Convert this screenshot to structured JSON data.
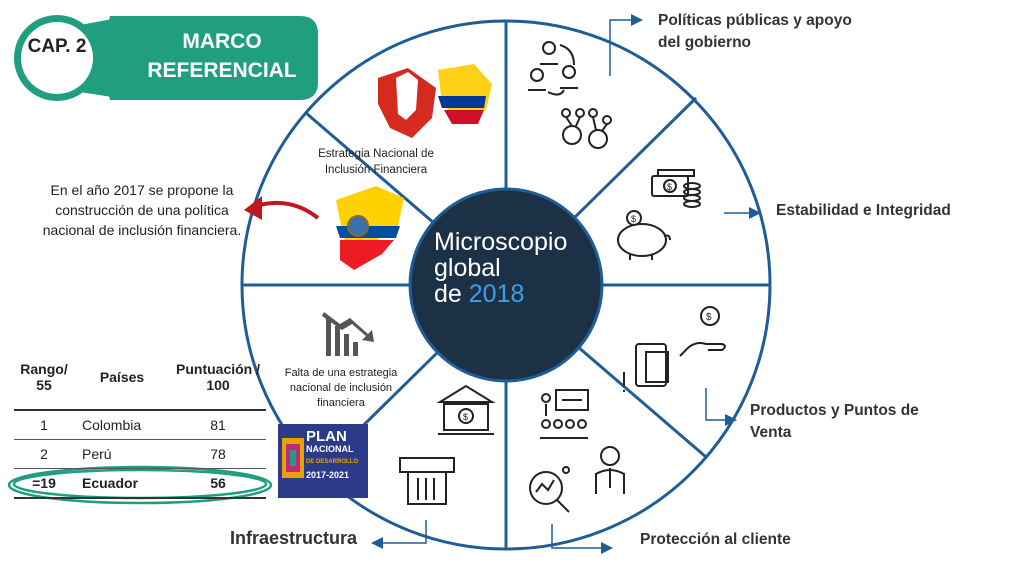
{
  "badge": {
    "chapter": "CAP. 2",
    "title": "MARCO REFERENCIAL",
    "color": "#1f9e80"
  },
  "center": {
    "line1": "Microscopio",
    "line2": "global",
    "line3_prefix": "de",
    "year": "2018"
  },
  "categories": {
    "politicas": "Políticas públicas y apoyo del gobierno",
    "estabilidad": "Estabilidad e Integridad",
    "productos": "Productos y Puntos de Venta",
    "proteccion": "Protección al cliente",
    "infraestructura": "Infraestructura"
  },
  "estrategia_label": "Estrategia Nacional de Inclusión Financiera",
  "falta_label": "Falta de una estrategia nacional de inclusión financiera",
  "note_2017": "En el año 2017 se propone la construcción de una política nacional de inclusión financiera.",
  "plan_logo": {
    "line1": "PLAN",
    "line2": "NACIONAL",
    "line3": "DE DESARROLLO",
    "line4": "2017-2021"
  },
  "ranking": {
    "headers": {
      "rango": "Rango/ 55",
      "paises": "Países",
      "puntuacion": "Puntuación / 100"
    },
    "rows": [
      {
        "rango": "1",
        "pais": "Colombia",
        "puntuacion": "81"
      },
      {
        "rango": "2",
        "pais": "Perú",
        "puntuacion": "78"
      },
      {
        "rango": "=19",
        "pais": "Ecuador",
        "puntuacion": "56"
      }
    ]
  },
  "colors": {
    "wheel": "#1f5d96",
    "center": "#1c3146",
    "accent_green": "#1f9e80",
    "arrow_red": "#c0181c"
  }
}
